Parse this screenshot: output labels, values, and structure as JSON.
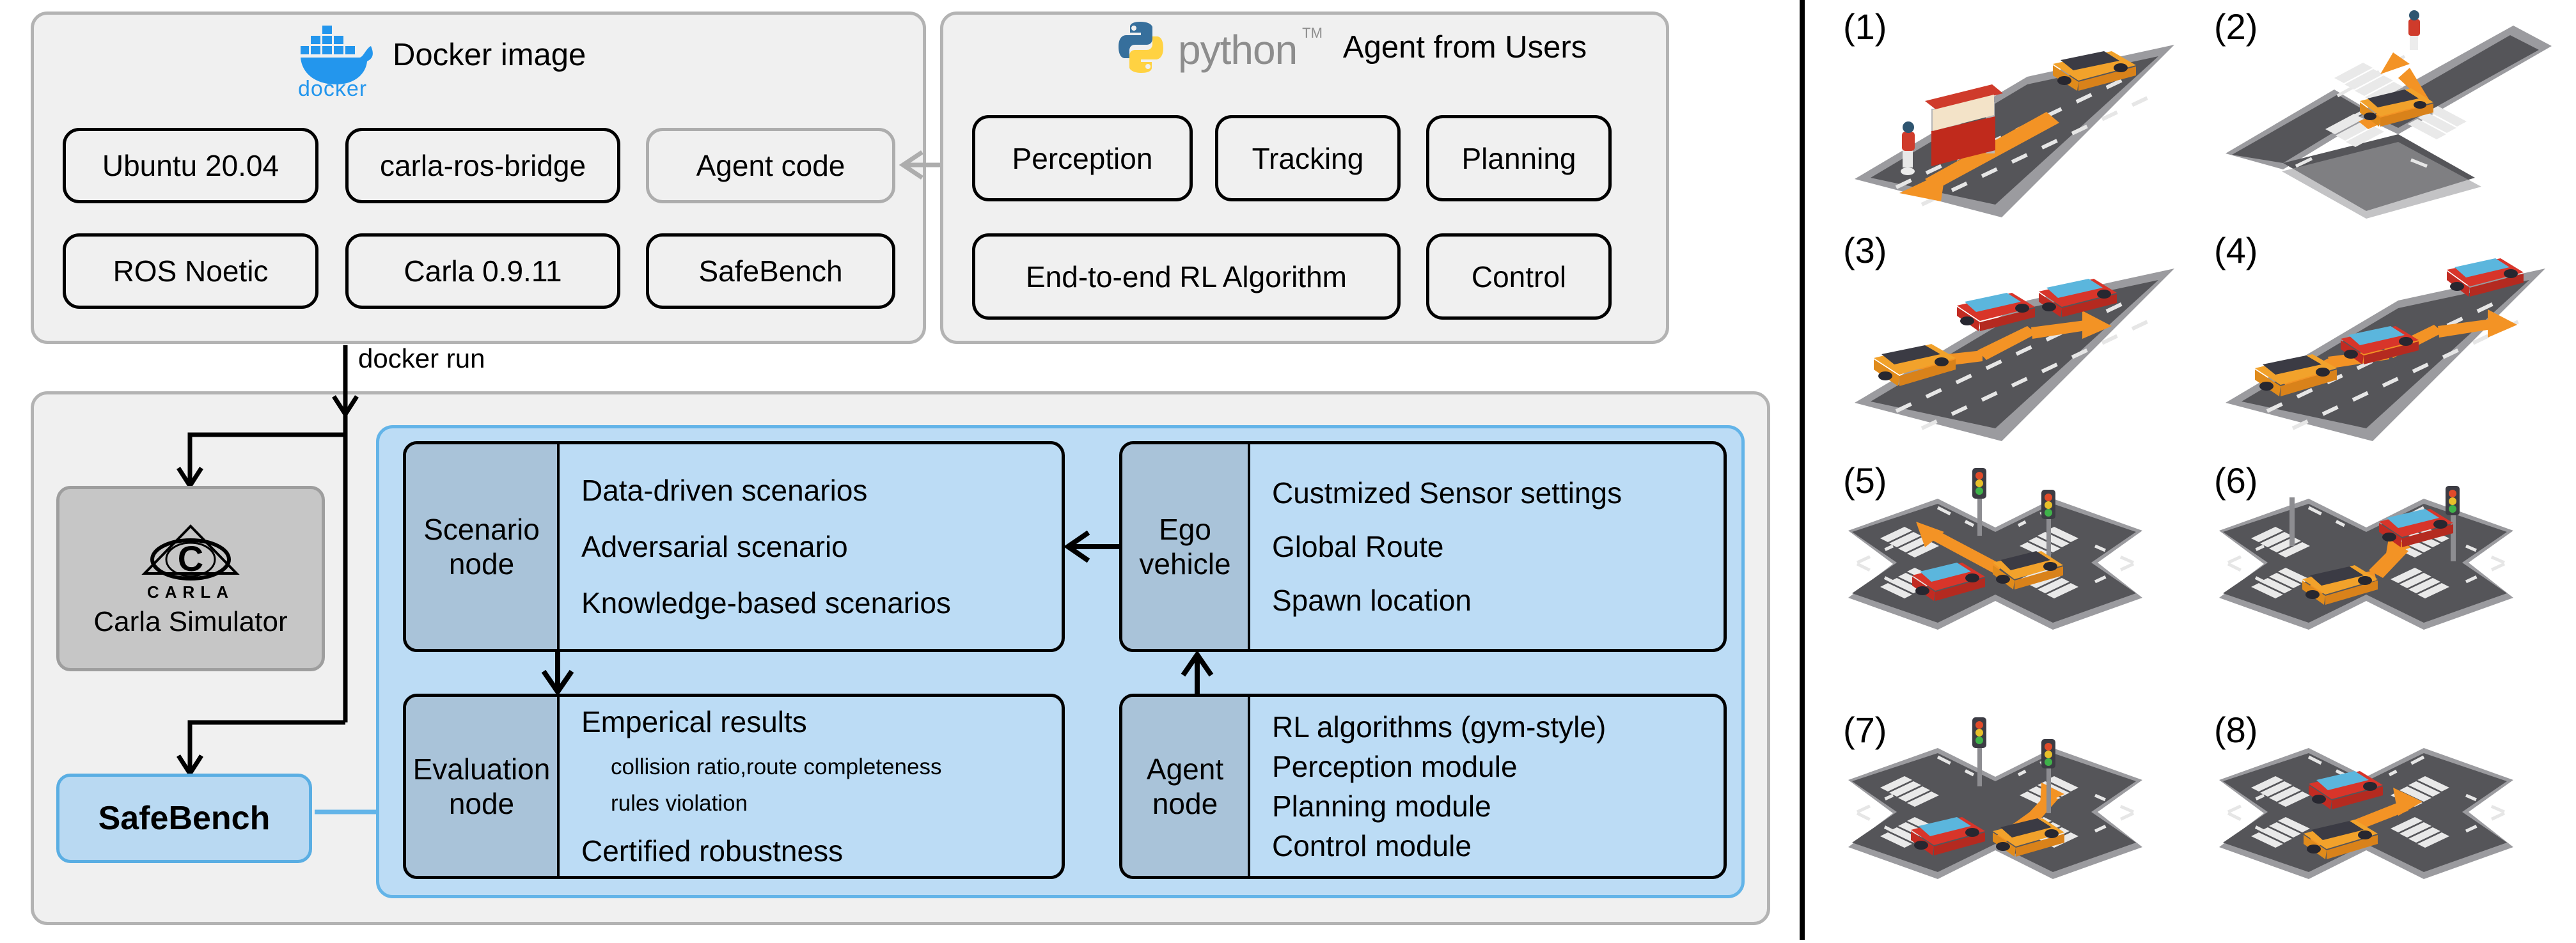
{
  "docker_panel": {
    "title": "Docker image",
    "logo": "docker-logo",
    "wordmark": "docker",
    "chips": [
      {
        "label": "Ubuntu 20.04",
        "style": "black"
      },
      {
        "label": "carla-ros-bridge",
        "style": "black"
      },
      {
        "label": "Agent code",
        "style": "grey"
      },
      {
        "label": "ROS Noetic",
        "style": "black"
      },
      {
        "label": "Carla 0.9.11",
        "style": "black"
      },
      {
        "label": "SafeBench",
        "style": "black"
      }
    ]
  },
  "python_panel": {
    "title": "Agent from Users",
    "logo": "python-logo",
    "wordmark": "python",
    "trademark": "TM",
    "chips": [
      {
        "label": "Perception"
      },
      {
        "label": "Tracking"
      },
      {
        "label": "Planning"
      },
      {
        "label": "End-to-end RL Algorithm"
      },
      {
        "label": "Control"
      }
    ]
  },
  "edges": {
    "docker_run": "docker run"
  },
  "simulator": {
    "logo": "carla-logo",
    "logo_wordmark": "CARLA",
    "name": "Carla Simulator"
  },
  "safebench": {
    "name": "SafeBench"
  },
  "framework": {
    "nodes": [
      {
        "id": "scenario-node",
        "label": "Scenario\nnode",
        "lines": [
          "Data-driven scenarios",
          "Adversarial scenario",
          "Knowledge-based scenarios"
        ],
        "sublines": []
      },
      {
        "id": "ego-vehicle",
        "label": "Ego\nvehicle",
        "lines": [
          "Custmized Sensor settings",
          "Global Route",
          "Spawn location"
        ],
        "sublines": []
      },
      {
        "id": "evaluation-node",
        "label": "Evaluation\nnode",
        "lines": [
          "Emperical results",
          "Certified robustness"
        ],
        "sublines": [
          "collision ratio,route completeness",
          "rules violation"
        ]
      },
      {
        "id": "agent-node",
        "label": "Agent\nnode",
        "lines": [
          "RL algorithms (gym-style)",
          "Perception module",
          "Planning module",
          "Control module"
        ],
        "sublines": []
      }
    ]
  },
  "scenarios": [
    {
      "tag": "(1)",
      "kind": "straight-road",
      "objects": [
        "ego-car-orange",
        "pedestrian",
        "food-stall"
      ],
      "arrow": "straight-back"
    },
    {
      "tag": "(2)",
      "kind": "t-junction",
      "objects": [
        "ego-car-orange",
        "pedestrian"
      ],
      "arrow": "left-turn"
    },
    {
      "tag": "(3)",
      "kind": "straight-road",
      "objects": [
        "ego-car-orange",
        "npc-car-red",
        "npc-car-red"
      ],
      "arrow": "lane-change"
    },
    {
      "tag": "(4)",
      "kind": "straight-road",
      "objects": [
        "ego-car-orange",
        "npc-car-red",
        "npc-car-red"
      ],
      "arrow": "overtake"
    },
    {
      "tag": "(5)",
      "kind": "cross-junction",
      "objects": [
        "ego-car-orange",
        "npc-car-red",
        "traffic-light",
        "traffic-light"
      ],
      "arrow": "straight-through"
    },
    {
      "tag": "(6)",
      "kind": "cross-junction",
      "objects": [
        "ego-car-orange",
        "npc-car-red",
        "traffic-light",
        "traffic-light"
      ],
      "arrow": "left-turn"
    },
    {
      "tag": "(7)",
      "kind": "cross-junction",
      "objects": [
        "ego-car-orange",
        "npc-car-red",
        "traffic-light",
        "traffic-light"
      ],
      "arrow": "right-turn"
    },
    {
      "tag": "(8)",
      "kind": "cross-junction",
      "objects": [
        "ego-car-orange",
        "npc-car-red"
      ],
      "arrow": "straight-through"
    }
  ],
  "colors": {
    "panel_fill": "#f0f0f0",
    "panel_border": "#b3b3b3",
    "blue_fill": "#bcdcf5",
    "blue_border": "#63b4e8",
    "node_label_fill": "#a9c3d9",
    "carla_fill": "#c6c6c6",
    "safebench_fill": "#b9d9f2",
    "arrow_orange": "#f39325",
    "road_dark": "#555559",
    "road_shoulder": "#9b9b9f",
    "car_orange": "#f2a22b",
    "car_red": "#d8352a",
    "docker_blue": "#2396ed",
    "python_blue": "#366f9c",
    "python_yellow": "#ffd242"
  }
}
